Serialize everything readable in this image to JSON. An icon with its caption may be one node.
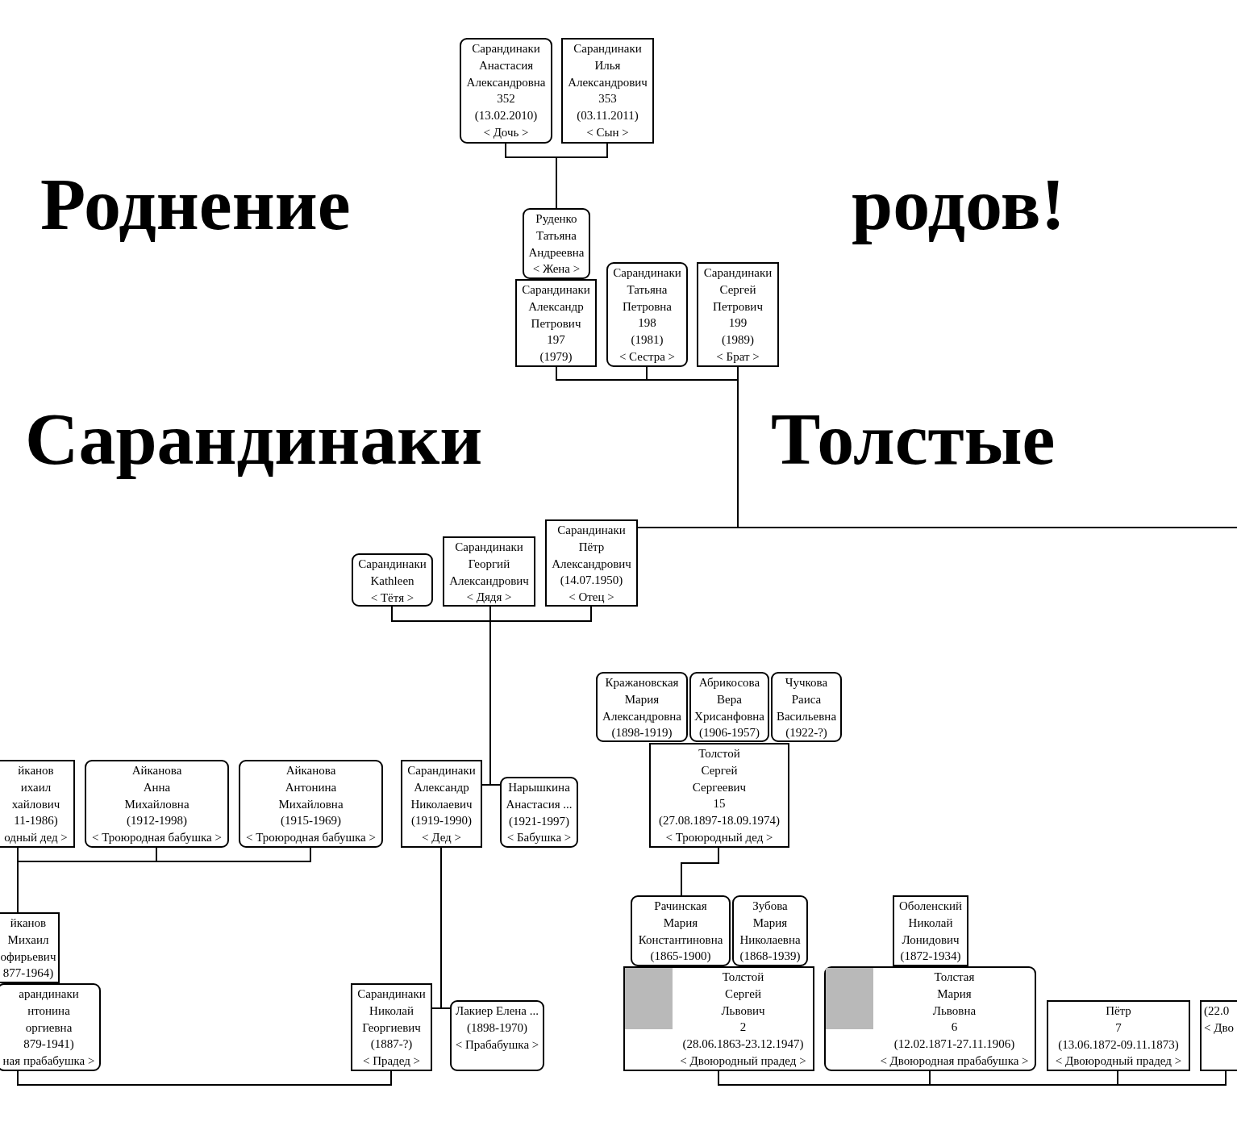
{
  "diagram": {
    "nodes": [
      {
        "text": [
          "Сарандинаки Анастасия Александровна",
          "352",
          "(13.02.2010)",
          "< Дочь >"
        ]
      },
      {
        "text": [
          "Сарандинаки Илья Александрович",
          "353",
          "(03.11.2011)",
          "< Сын >"
        ]
      },
      {
        "text": [
          "Руденко Татьяна Андреевна",
          "< Жена >"
        ]
      },
      {
        "text": [
          "Сарандинаки Александр Петрович",
          "197",
          "(1979)"
        ]
      },
      {
        "text": [
          "Сарандинаки Татьяна Петровна",
          "198",
          "(1981)",
          "< Сестра >"
        ]
      },
      {
        "text": [
          "Сарандинаки Сергей Петрович",
          "199",
          "(1989)",
          "< Брат >"
        ]
      },
      {
        "text": [
          "Сарандинаки Kathleen",
          "< Тётя >"
        ]
      },
      {
        "text": [
          "Сарандинаки Георгий Александрович",
          "< Дядя >"
        ]
      },
      {
        "text": [
          "Сарандинаки Пётр Александрович",
          "(14.07.1950)",
          "< Отец >"
        ]
      },
      {
        "text": [
          "Кражановская Мария Александровна",
          "(1898-1919)"
        ]
      },
      {
        "text": [
          "Абрикосова Вера Хрисанфовна",
          "(1906-1957)"
        ]
      },
      {
        "text": [
          "Чучкова Раиса Васильевна",
          "(1922-?)"
        ]
      },
      {
        "text": [
          "йканов ихаил хайлович",
          "11-1986)",
          "одный дед >"
        ]
      },
      {
        "text": [
          "Айканова Анна Михайловна",
          "(1912-1998)",
          "< Троюродная бабушка >"
        ]
      },
      {
        "text": [
          "Айканова Антонина Михайловна",
          "(1915-1969)",
          "< Троюродная бабушка >"
        ]
      },
      {
        "text": [
          "Сарандинаки Александр Николаевич",
          "(1919-1990)",
          "< Дед >"
        ]
      },
      {
        "text": [
          "Нарышкина Анастасия ...",
          "(1921-1997)",
          "< Бабушка >"
        ]
      },
      {
        "text": [
          "Толстой Сергей Сергеевич",
          "15",
          "(27.08.1897-18.09.1974)",
          "< Троюродный дед >"
        ]
      },
      {
        "text": [
          "йканов Михаил офирьевич",
          "877-1964)"
        ]
      },
      {
        "text": [
          "Рачинская Мария Константиновна",
          "(1865-1900)"
        ]
      },
      {
        "text": [
          "Зубова Мария Николаевна",
          "(1868-1939)"
        ]
      },
      {
        "text": [
          "Оболенский Николай Лонидович",
          "(1872-1934)"
        ]
      },
      {
        "text": [
          "арандинаки нтонина оргиевна",
          "879-1941)",
          "ная прабабушка >"
        ]
      },
      {
        "text": [
          "Сарандинаки Николай Георгиевич",
          "(1887-?)",
          "< Прадед >"
        ]
      },
      {
        "text": [
          "Лакиер Елена ...",
          "(1898-1970)",
          "< Прабабушка >"
        ]
      },
      {
        "text": [
          "Толстой Сергей Львович",
          "2",
          "(28.06.1863-23.12.1947)",
          "< Двоюродный прадед >"
        ]
      },
      {
        "text": [
          "Толстая Мария Львовна",
          "6",
          "(12.02.1871-27.11.1906)",
          "< Двоюродная прабабушка >"
        ]
      },
      {
        "text": [
          "Пётр",
          "7",
          "(13.06.1872-09.11.1873)",
          "< Двоюродный прадед >"
        ]
      },
      {
        "text": [
          "(22.0",
          "< Дво"
        ]
      }
    ],
    "edges": [
      {
        "from": 2,
        "to": 0,
        "arrow": "none"
      },
      {
        "from": 2,
        "to": 1,
        "arrow": "none"
      },
      {
        "from": 8,
        "to": 3,
        "arrow": "none"
      },
      {
        "from": 8,
        "to": 4,
        "arrow": "none"
      },
      {
        "from": 8,
        "to": 5,
        "arrow": "none"
      },
      {
        "from": 8,
        "to": null,
        "arrow": "none"
      },
      {
        "from": 15,
        "to": 16,
        "arrow": "none"
      },
      {
        "from": 15,
        "to": 6,
        "arrow": "none"
      },
      {
        "from": 15,
        "to": 7,
        "arrow": "none"
      },
      {
        "from": 15,
        "to": 8,
        "arrow": "none"
      },
      {
        "from": 18,
        "to": 12,
        "arrow": "none"
      },
      {
        "from": 18,
        "to": 13,
        "arrow": "none"
      },
      {
        "from": 18,
        "to": 14,
        "arrow": "none"
      },
      {
        "from": 23,
        "to": 24,
        "arrow": "none"
      },
      {
        "from": 23,
        "to": 15,
        "arrow": "none"
      },
      {
        "from": 19,
        "to": 17,
        "arrow": "none"
      },
      {
        "from": 22,
        "to": 23,
        "arrow": "none"
      },
      {
        "from": 25,
        "to": 26,
        "arrow": "none"
      },
      {
        "from": 26,
        "to": 27,
        "arrow": "none"
      },
      {
        "from": 27,
        "to": 28,
        "arrow": "none"
      }
    ],
    "labels": [
      "Роднение",
      "родов!",
      "Сарандинаки",
      "Толстые"
    ]
  }
}
